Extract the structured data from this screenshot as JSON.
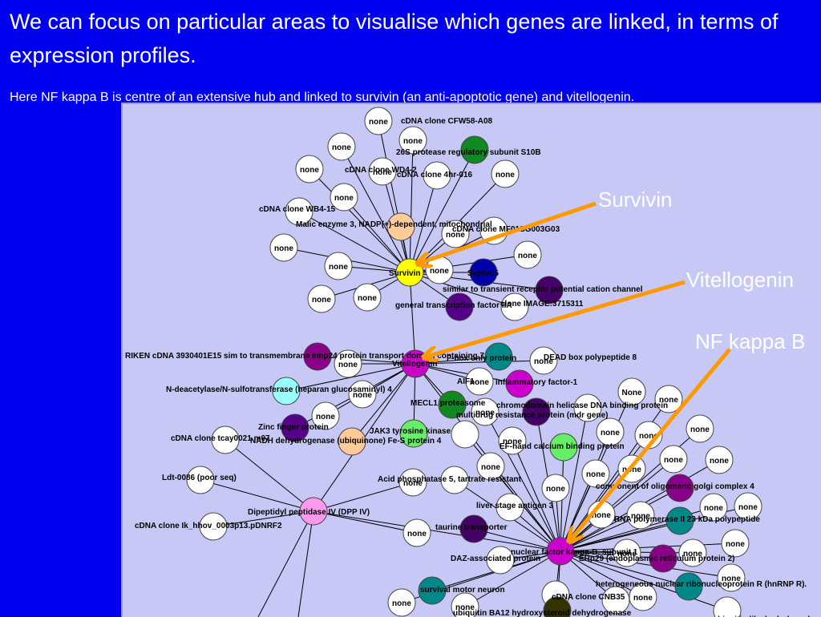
{
  "slide": {
    "title": "We can focus on particular areas to visualise which genes are linked, in terms of expression profiles.",
    "subtitle": "Here NF kappa B is centre of an extensive hub and linked to survivin (an anti-apoptotic gene) and vitellogenin."
  },
  "callouts": {
    "survivin": "Survivin",
    "vitellogenin": "Vitellogenin",
    "nfkb": "NF kappa B"
  },
  "colors": {
    "background": "#0000ee",
    "panel": "#c8c8f6",
    "arrow": "#ff9900",
    "edge": "#000000"
  },
  "network": {
    "hubs": [
      {
        "id": "survivin",
        "label": "Survivin",
        "color": "#ffff00"
      },
      {
        "id": "vitellogenin",
        "label": "Vitellogenin",
        "color": "#cc00cc"
      },
      {
        "id": "nfkb",
        "label": "nuclear factor kappa-B, subunit 1",
        "color": "#cc00cc"
      },
      {
        "id": "dpp4",
        "label": "Dipeptidyl peptidase IV (DPP IV)",
        "color": "#ff99ee"
      }
    ],
    "node_labels": [
      "cDNA clone CFW58-A08",
      "26S protease regulatory subunit S10B",
      "cDNA clone WD4-2",
      "cDNA clone 4hr-016",
      "cDNA clone WB4-15",
      "Malic enzyme 3, NADP(+)-dependent, mitochondrial",
      "cDNA clone MF01SG003G03",
      "Septin 5",
      "similar to transient receptor potential cation channel",
      "general transcription factor IIA",
      "clone IMAGE:3715311",
      "RIKEN cDNA 3930401E15 sim to transmembrane emp24 protein transport domain containing 7",
      "F-box only protein",
      "DEAD box polypeptide 8",
      "AIF1",
      "inflammatory factor-1",
      "N-deacetylase/N-sulfotransferase (heparan glucosaminyl) 4",
      "MECL1 proteasome",
      "chromodomain helicase DNA binding protein",
      "multidrug resistance protein (mdr gene)",
      "Zinc finger protein",
      "NADH dehydrogenase (ubiquinone) Fe-S protein 4",
      "JAK3 tyrosine kinase",
      "cDNA clone tcay0021.m07",
      "EF-hand calcium binding protein",
      "Ldt-0086 (poor seq)",
      "Acid phosphatase 5, tartrate resistant",
      "component of oligomeric golgi complex 4",
      "liver stage antigen 3",
      "RNA polymerase II 23 kDa polypeptide",
      "cDNA clone Ik_hhov_0003p13.pDNRF2",
      "taurine transporter",
      "DAZ-associated protein",
      "ERp29 (endoplasmic reticulum protein 2)",
      "survival motor neuron",
      "heterogeneous nuclear ribonucleoprotein R (hnRNP R).",
      "cDNA clone CNB35",
      "ubiquitin-like hydrolase domain containing",
      "ubiquitin BA12 hydroxysteroid dehydrogenase"
    ],
    "none_label": "none",
    "None_label": "None"
  }
}
